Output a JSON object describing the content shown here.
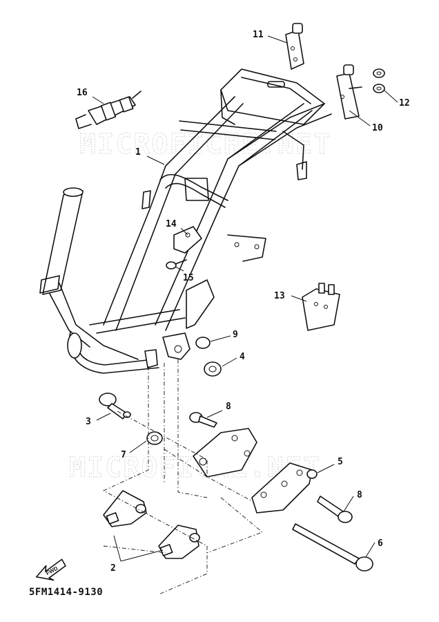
{
  "watermark": "MICROFICHE.NET",
  "figure_code": "5FM1414-9130",
  "fwd_label": "FWD",
  "callouts": {
    "c1": "1",
    "c2": "2",
    "c3": "3",
    "c4": "4",
    "c5": "5",
    "c6": "6",
    "c7": "7",
    "c8a": "8",
    "c8b": "8",
    "c9": "9",
    "c10": "10",
    "c11": "11",
    "c12": "12",
    "c13": "13",
    "c14": "14",
    "c15": "15",
    "c16": "16"
  }
}
